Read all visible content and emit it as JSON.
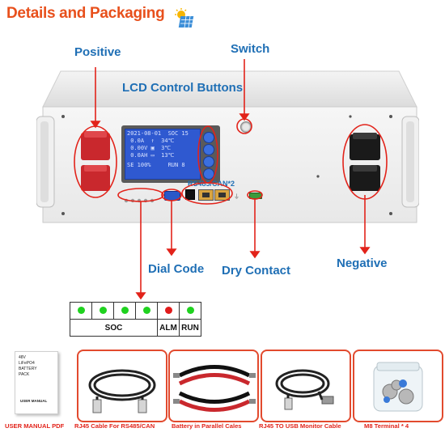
{
  "title": "Details and Packaging",
  "callouts": {
    "positive": "Positive",
    "switch": "Switch",
    "lcd_buttons": "LCD Control Buttons",
    "dial_code": "Dial Code",
    "dry_contact": "Dry Contact",
    "negative": "Negative"
  },
  "panel": {
    "port_label": "RS485/CAN*2",
    "lcd_lines": [
      "2021-08-01  SOC 15",
      " 0.0A  ↑  34℃",
      " 0.00V ▣  3℃",
      " 0.0AH ▭  13℃",
      "SE 100%     RUN 8"
    ]
  },
  "led_table": {
    "leds": [
      "#1fd21f",
      "#1fd21f",
      "#1fd21f",
      "#1fd21f",
      "#e01b1b",
      "#1fd21f"
    ],
    "soc": "SOC",
    "alm": "ALM",
    "run": "RUN"
  },
  "accessories": [
    {
      "caption": "USER MANUAL PDF",
      "icon": "manual-icon",
      "manual_title": "48V LiFePO4 BATTERY PACK",
      "manual_text": "USER MANUAL"
    },
    {
      "caption": "RJ45 Cable For RS485/CAN",
      "icon": "rj45-cable-icon"
    },
    {
      "caption": "Battery in Parallel Cales",
      "icon": "parallel-cable-icon"
    },
    {
      "caption": "RJ45 TO USB Monitor Cable",
      "icon": "usb-cable-icon"
    },
    {
      "caption": "M8 Terminal * 4",
      "icon": "terminal-bolt-icon"
    }
  ],
  "colors": {
    "title": "#e8501c",
    "callout": "#1f6fb5",
    "arrow": "#e2231a",
    "positive_terminal": "#c9282d",
    "negative_terminal": "#1a1a1a",
    "lcd": "#2f59d0"
  }
}
